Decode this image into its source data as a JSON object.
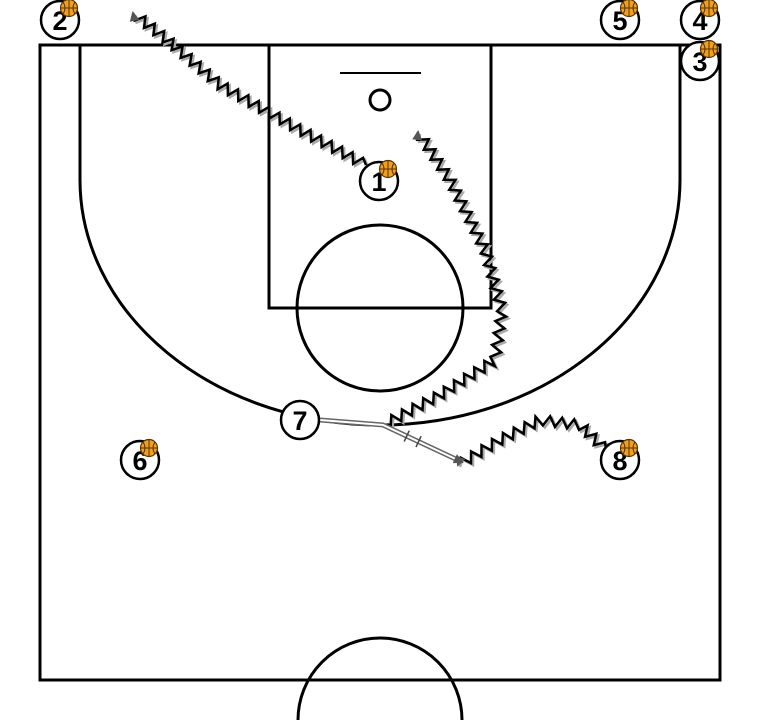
{
  "diagram": {
    "colors": {
      "lines": "#000000",
      "ball": "#f0a020",
      "ball_seams": "#5a3200",
      "arrow_head": "#555555",
      "path_shadow": "#aaaaaa"
    },
    "players": [
      {
        "id": "p1",
        "label": "1",
        "has_ball": true
      },
      {
        "id": "p2",
        "label": "2",
        "has_ball": true
      },
      {
        "id": "p3",
        "label": "3",
        "has_ball": true
      },
      {
        "id": "p4",
        "label": "4",
        "has_ball": true
      },
      {
        "id": "p5",
        "label": "5",
        "has_ball": true
      },
      {
        "id": "p6",
        "label": "6",
        "has_ball": true
      },
      {
        "id": "p7",
        "label": "7",
        "has_ball": false
      },
      {
        "id": "p8",
        "label": "8",
        "has_ball": true
      }
    ],
    "movements": [
      {
        "id": "dribble-1-to-corner",
        "type": "dribble",
        "from": "1",
        "to": "corner-left"
      },
      {
        "id": "dribble-7-to-lane",
        "type": "dribble",
        "from": "7",
        "to": "lane"
      },
      {
        "id": "dribble-8-to-wing",
        "type": "dribble",
        "from": "8",
        "to": "wing"
      },
      {
        "id": "pass-7",
        "type": "pass",
        "from": "7",
        "to": "8"
      }
    ]
  }
}
